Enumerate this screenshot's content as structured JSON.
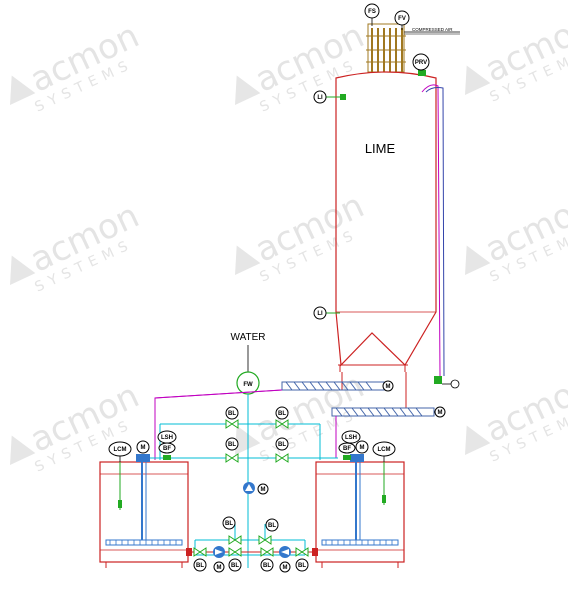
{
  "watermark": {
    "brand": "acmon",
    "sub": "SYSTEMS"
  },
  "labels": {
    "lime": "LIME",
    "water": "WATER",
    "compressed_air": "COMPRESSED AIR"
  },
  "tags": {
    "fs": "FS",
    "fv": "FV",
    "prv": "PRV",
    "li_top": "LI",
    "li_bottom": "LI",
    "fw": "FW",
    "lcm_left": "LCM",
    "lcm_right": "LCM",
    "m": "M",
    "lsh": "LSH",
    "bf": "BF",
    "bl": "BL"
  },
  "colors": {
    "silo": "#cc2222",
    "water_line": "#00bcd4",
    "lime_line": "#c000c0",
    "instrument": "#22aa22",
    "agitator": "#3377cc",
    "filter": "#a07820",
    "screw": "#4466aa"
  }
}
